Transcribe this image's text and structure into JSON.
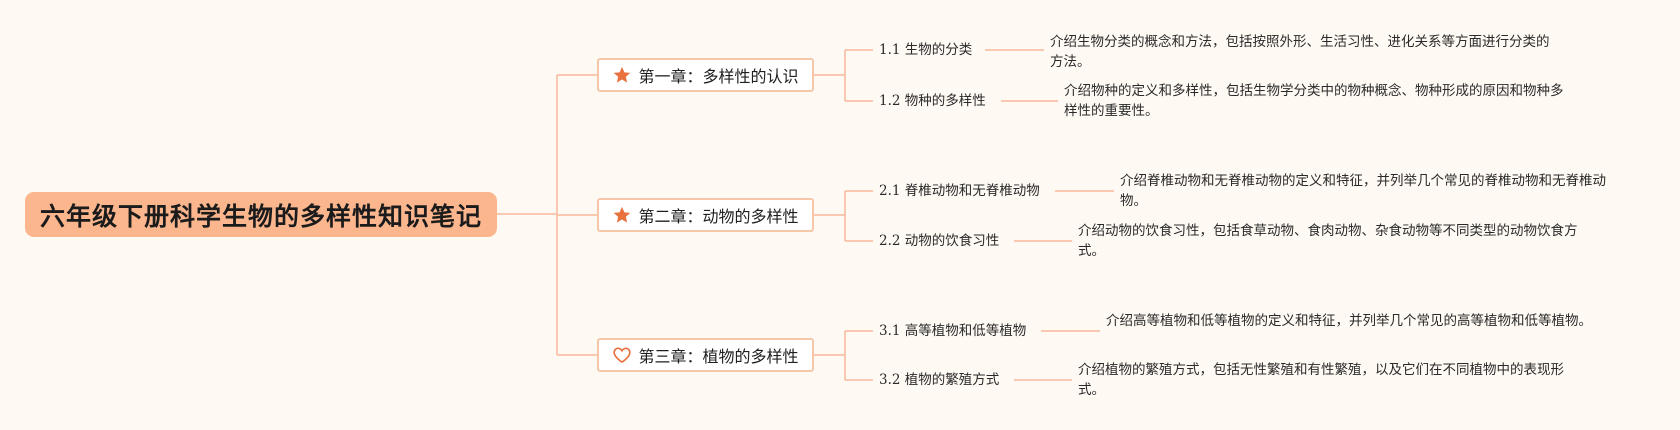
{
  "root": {
    "title": "六年级下册科学生物的多样性知识笔记"
  },
  "chapters": [
    {
      "title": "第一章：多样性的认识",
      "icon": "star-icon",
      "sections": [
        {
          "title": "1.1 生物的分类",
          "desc": "介绍生物分类的概念和方法，包括按照外形、生活习性、进化关系等方面进行分类的方法。"
        },
        {
          "title": "1.2 物种的多样性",
          "desc": "介绍物种的定义和多样性，包括生物学分类中的物种概念、物种形成的原因和物种多样性的重要性。"
        }
      ]
    },
    {
      "title": "第二章：动物的多样性",
      "icon": "star-icon",
      "sections": [
        {
          "title": "2.1 脊椎动物和无脊椎动物",
          "desc": "介绍脊椎动物和无脊椎动物的定义和特征，并列举几个常见的脊椎动物和无脊椎动物。"
        },
        {
          "title": "2.2 动物的饮食习性",
          "desc": "介绍动物的饮食习性，包括食草动物、食肉动物、杂食动物等不同类型的动物饮食方式。"
        }
      ]
    },
    {
      "title": "第三章：植物的多样性",
      "icon": "heart-icon",
      "sections": [
        {
          "title": "3.1 高等植物和低等植物",
          "desc": "介绍高等植物和低等植物的定义和特征，并列举几个常见的高等植物和低等植物。"
        },
        {
          "title": "3.2 植物的繁殖方式",
          "desc": "介绍植物的繁殖方式，包括无性繁殖和有性繁殖，以及它们在不同植物中的表现形式。"
        }
      ]
    }
  ],
  "colors": {
    "background": "#fef9f3",
    "root_fill": "#fbb68e",
    "line": "#f6b99a",
    "icon": "#e8713e"
  }
}
